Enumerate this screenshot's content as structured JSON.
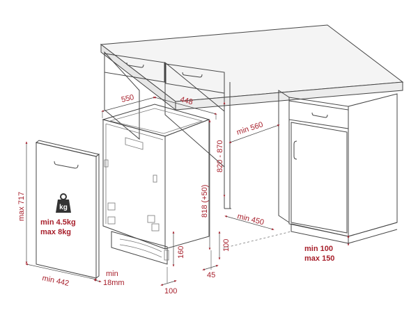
{
  "colors": {
    "accent": "#a71f2b",
    "line": "#444444",
    "fill_light": "#f2f2f2",
    "weight_icon": "#333333"
  },
  "icons": {
    "weight": "kg-weight-icon"
  },
  "dimensions": {
    "depth_550": "550",
    "width_448": "448",
    "height_820_870": "820 - 870",
    "min_560": "min 560",
    "height_818": "818 (+50)",
    "max_717": "max 717",
    "min_450": "min 450",
    "plinth_100_right": "100",
    "plinth_160": "160",
    "plinth_45": "45",
    "plinth_100_bottom": "100",
    "min_442": "min 442",
    "min_18mm_line1": "min",
    "min_18mm_line2": "18mm",
    "min_100": "min 100",
    "max_150": "max 150"
  },
  "weight": {
    "icon_label": "kg",
    "min": "min  4.5kg",
    "max": "max 8kg"
  }
}
